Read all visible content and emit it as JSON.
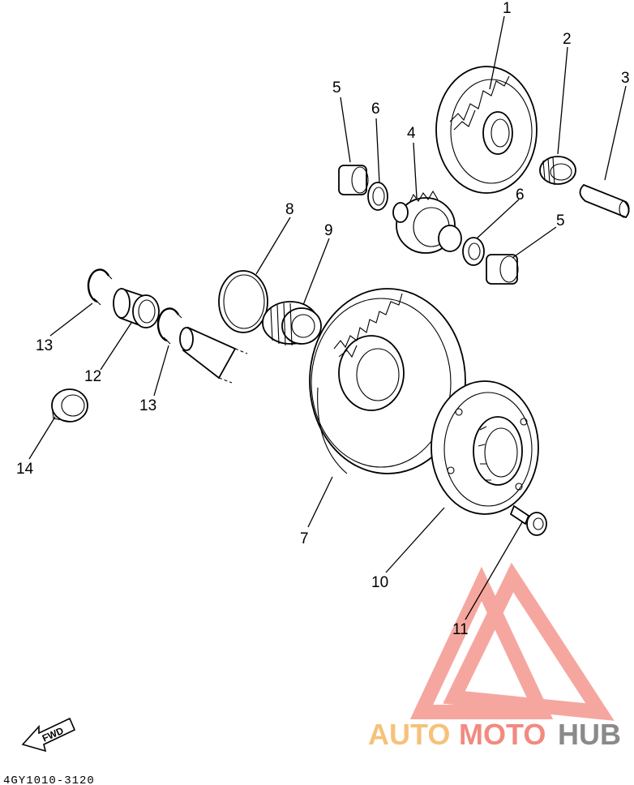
{
  "diagram": {
    "callouts": [
      "1",
      "2",
      "3",
      "4",
      "5",
      "6",
      "6",
      "5",
      "8",
      "9",
      "13",
      "12",
      "13",
      "14",
      "7",
      "10",
      "11"
    ],
    "part_code": "4GY1010-3120",
    "fwd_label": "FWD"
  },
  "watermark": {
    "part1": "AUTO",
    "part2": "MOTO",
    "part3": "HUB",
    "colors": {
      "auto": "#f5c27a",
      "moto": "#f28a80",
      "hub": "#8a8a8a",
      "logo": "#f28a80"
    }
  }
}
